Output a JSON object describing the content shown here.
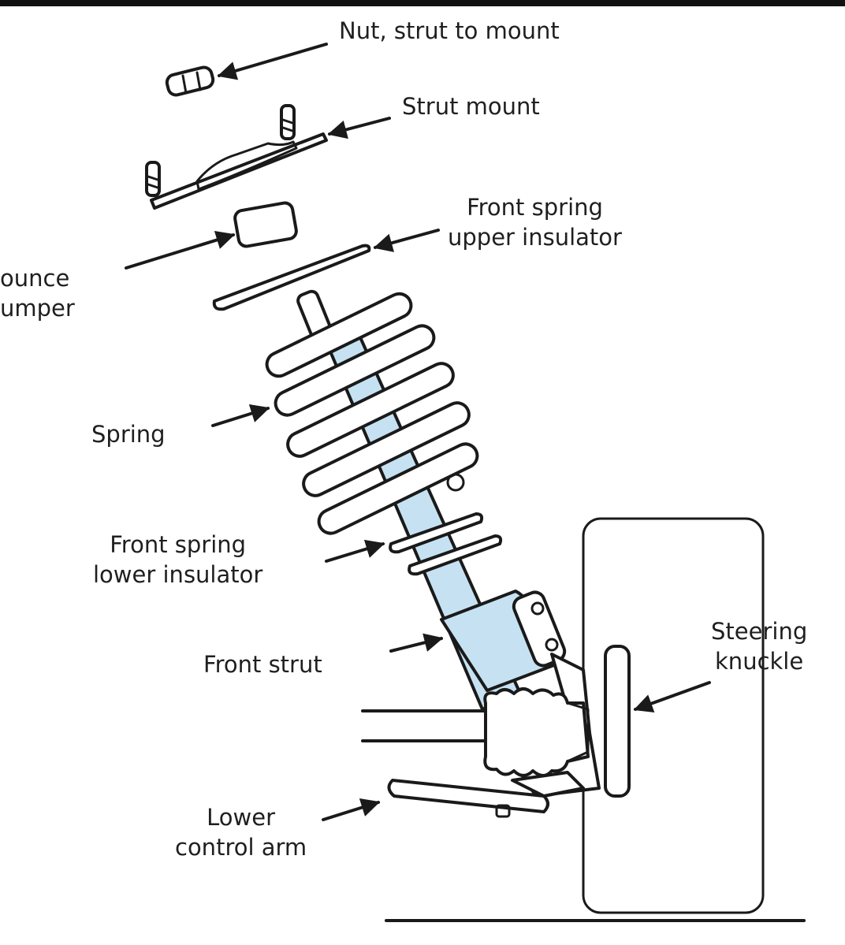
{
  "colors": {
    "strut_fill": "#c6e2f2",
    "part_fill": "#ffffff",
    "outline": "#1a1a1a",
    "label_text": "#1f1f1f"
  },
  "labels": {
    "nut": "Nut, strut to mount",
    "strut_mount": "Strut mount",
    "upper_insulator_line1": "Front spring",
    "upper_insulator_line2": "upper insulator",
    "bumper_line1": "ounce",
    "bumper_line2": "umper",
    "spring": "Spring",
    "lower_insulator_line1": "Front spring",
    "lower_insulator_line2": "lower insulator",
    "front_strut": "Front strut",
    "knuckle_line1": "Steering",
    "knuckle_line2": "knuckle",
    "control_arm_line1": "Lower",
    "control_arm_line2": "control arm"
  }
}
